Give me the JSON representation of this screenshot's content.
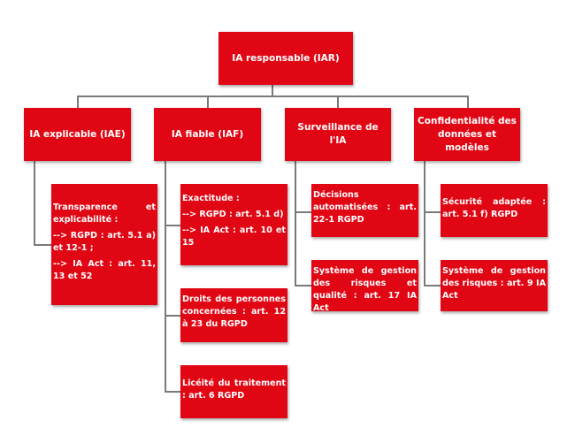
{
  "root": {
    "label": "IA responsable (IAR)"
  },
  "branches": [
    {
      "label": "IA explicable (IAE)",
      "children": [
        {
          "lines": [
            "Transparence et explicabilité :",
            "--> RGPD : art. 5.1 a) et 12-1 ;",
            "--> IA Act : art. 11, 13 et 52"
          ]
        }
      ]
    },
    {
      "label": "IA fiable (IAF)",
      "children": [
        {
          "lines": [
            "Exactitude :",
            "--> RGPD : art. 5.1 d)",
            "--> IA Act : art. 10 et 15"
          ]
        },
        {
          "lines": [
            "Droits des personnes concernées : art. 12 à 23 du RGPD"
          ]
        },
        {
          "lines": [
            "Licéité du traitement : art. 6 RGPD"
          ]
        }
      ]
    },
    {
      "label": "Surveillance de l'IA",
      "children": [
        {
          "lines": [
            "Décisions automatisées : art. 22-1 RGPD"
          ]
        },
        {
          "lines": [
            "Système de gestion des risques et qualité : art. 17 IA Act"
          ]
        }
      ]
    },
    {
      "label": "Confidentialité des données et modèles",
      "children": [
        {
          "lines": [
            "Sécurité adaptée : art. 5.1 f) RGPD"
          ]
        },
        {
          "lines": [
            "Système de gestion des risques : art. 9 IA Act"
          ]
        }
      ]
    }
  ],
  "colors": {
    "box": "#e10614",
    "connector": "#7a7a7a",
    "text": "#ffffff"
  }
}
